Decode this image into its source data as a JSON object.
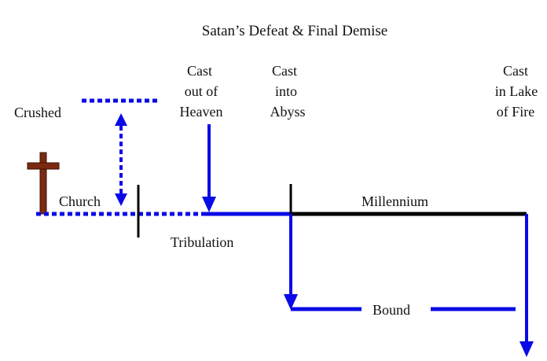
{
  "title": "Satan’s Defeat & Final Demise",
  "labels": {
    "crushed": "Crushed",
    "cast_out_of_heaven": [
      "Cast",
      "out of",
      "Heaven"
    ],
    "cast_into_abyss": [
      "Cast",
      "into",
      "Abyss"
    ],
    "cast_in_lake_of_fire": [
      "Cast",
      "in Lake",
      "of Fire"
    ],
    "church": "Church",
    "millennium": "Millennium",
    "tribulation": "Tribulation",
    "bound": "Bound"
  },
  "colors": {
    "blue": "#0a0ae6",
    "black": "#000000",
    "cross": "#7a2a10",
    "text": "#111111"
  },
  "icons": {
    "cross": "cross-icon"
  }
}
